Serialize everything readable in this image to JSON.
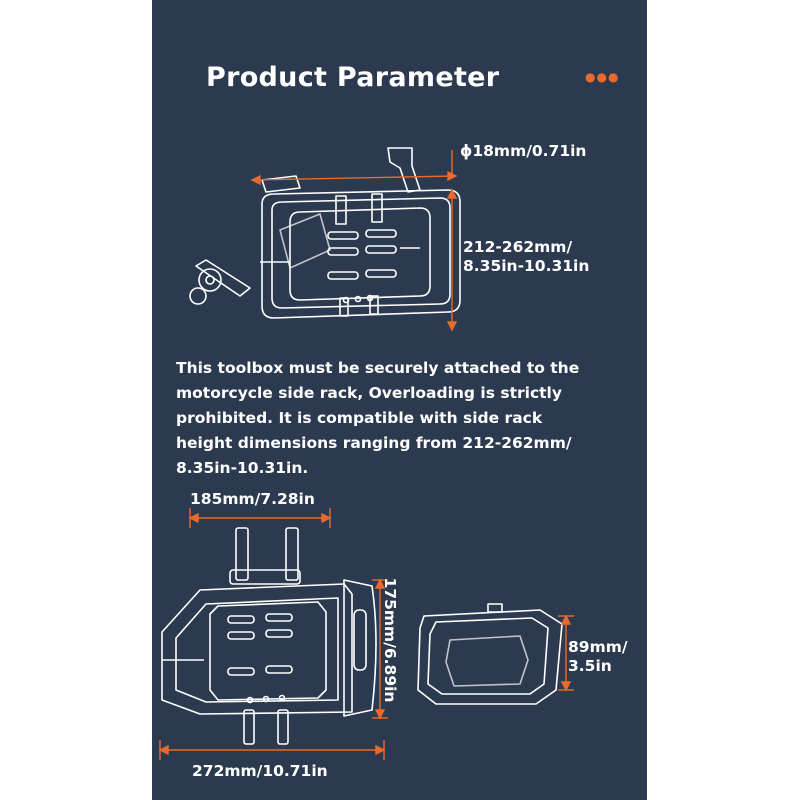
{
  "header": {
    "title": "Product Parameter",
    "dots": "●●●"
  },
  "top_diagram": {
    "tube_diameter": "ϕ18mm/0.71in",
    "height_range_line1": "212-262mm/",
    "height_range_line2": "8.35in-10.31in"
  },
  "description": {
    "lines": [
      "This toolbox must be securely attached to the",
      "motorcycle side rack, Overloading is strictly",
      "prohibited. It is compatible with side rack",
      "height dimensions ranging from 212-262mm/",
      "8.35in-10.31in."
    ]
  },
  "bottom_diagram": {
    "width_top": "185mm/7.28in",
    "height": "175mm/6.89in",
    "depth_line1": "89mm/",
    "depth_line2": "3.5in",
    "width_bottom": "272mm/10.71in"
  },
  "colors": {
    "panel": "#2c3a4f",
    "accent": "#e86a2c",
    "text": "#ffffff"
  }
}
